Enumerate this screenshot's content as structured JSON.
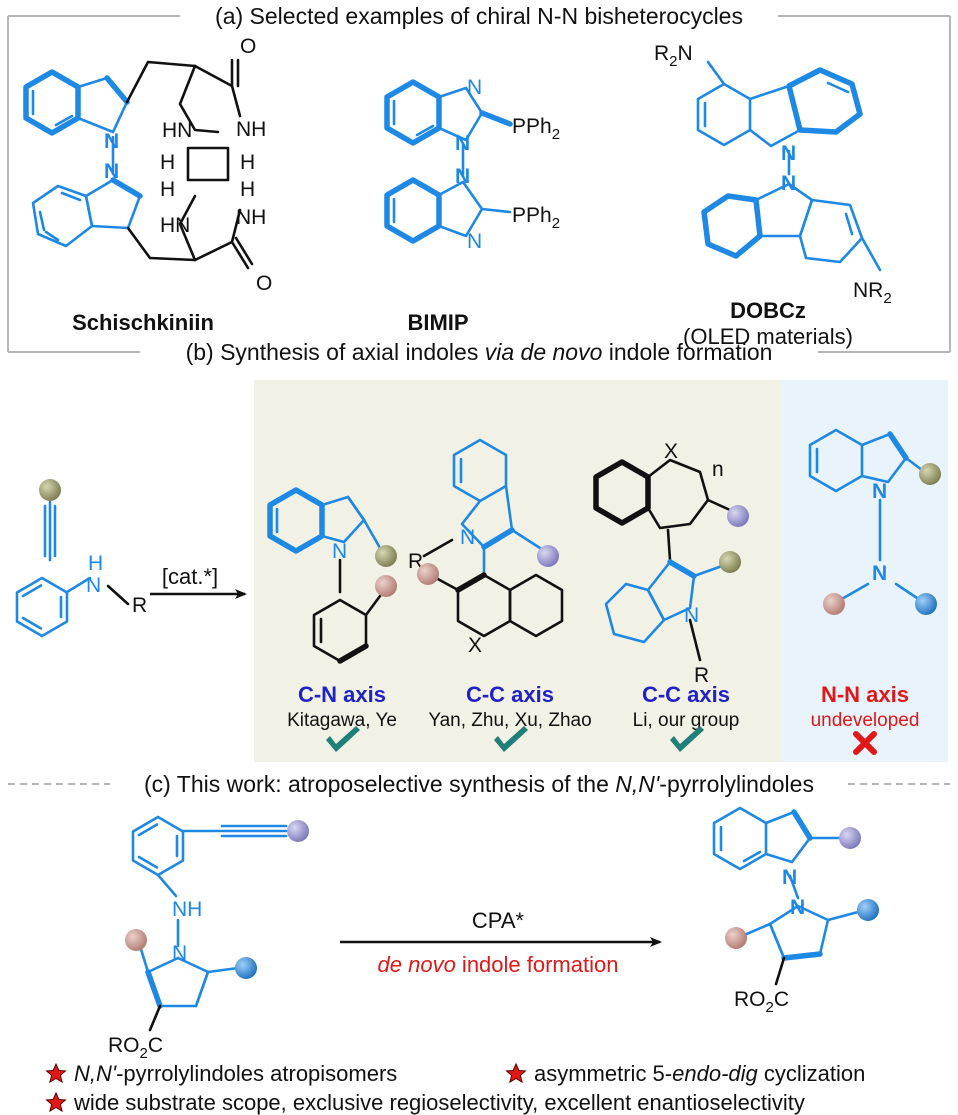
{
  "sections": {
    "a": {
      "title": "(a) Selected examples of chiral N-N bisheterocycles"
    },
    "b": {
      "title_prefix": "(b) Synthesis of axial indoles ",
      "title_italic": "via de novo",
      "title_suffix": " indole formation"
    },
    "c": {
      "title_prefix": "(c) This work: atroposelective synthesis of the ",
      "title_italic": "N,N'",
      "title_suffix": "-pyrrolylindoles"
    }
  },
  "compounds": {
    "schischkiniin": "Schischkiniin",
    "bimip": "BIMIP",
    "dobcz": "DOBCz",
    "dobcz_note": "(OLED materials)"
  },
  "atoms": {
    "N": "N",
    "O": "O",
    "H": "H",
    "X": "X",
    "R": "R",
    "n": "n",
    "NH": "NH",
    "HN": "HN",
    "PPh2": "PPh",
    "R2N": "R",
    "NR2": "NR",
    "sub2": "2",
    "RO2C_a": "RO",
    "RO2C_b": "C"
  },
  "reaction_b": {
    "catalyst": "[cat.*]",
    "items": [
      {
        "axis": "C-N axis",
        "authors": "Kitagawa, Ye",
        "status": "check"
      },
      {
        "axis": "C-C axis",
        "authors": "Yan, Zhu, Xu, Zhao",
        "status": "check"
      },
      {
        "axis": "C-C axis",
        "authors": "Li, our group",
        "status": "check"
      },
      {
        "axis": "N-N axis",
        "authors": "undeveloped",
        "status": "cross"
      }
    ]
  },
  "reaction_c": {
    "catalyst": "CPA*",
    "condition_italic": "de novo",
    "condition_rest": " indole formation"
  },
  "highlights": [
    {
      "italic": "N,N'",
      "text": "-pyrrolylindoles atropisomers"
    },
    {
      "pre": "asymmetric 5-",
      "italic": "endo-dig",
      "post": " cyclization"
    },
    {
      "text": "wide substrate scope, exclusive regioselectivity, excellent enantioselectivity"
    }
  ],
  "colors": {
    "bond_blue": "#1e88e5",
    "axis_blue": "#1f22c8",
    "highlight_red": "#e01818",
    "check_teal": "#1f8079",
    "panel_beige": "#f2f1e6",
    "panel_blue": "#e8f3fc",
    "ball_olive": "#8b8b5c",
    "ball_pink": "#c48f86",
    "ball_lavender": "#8d89c7",
    "ball_blue": "#2e86d6"
  }
}
